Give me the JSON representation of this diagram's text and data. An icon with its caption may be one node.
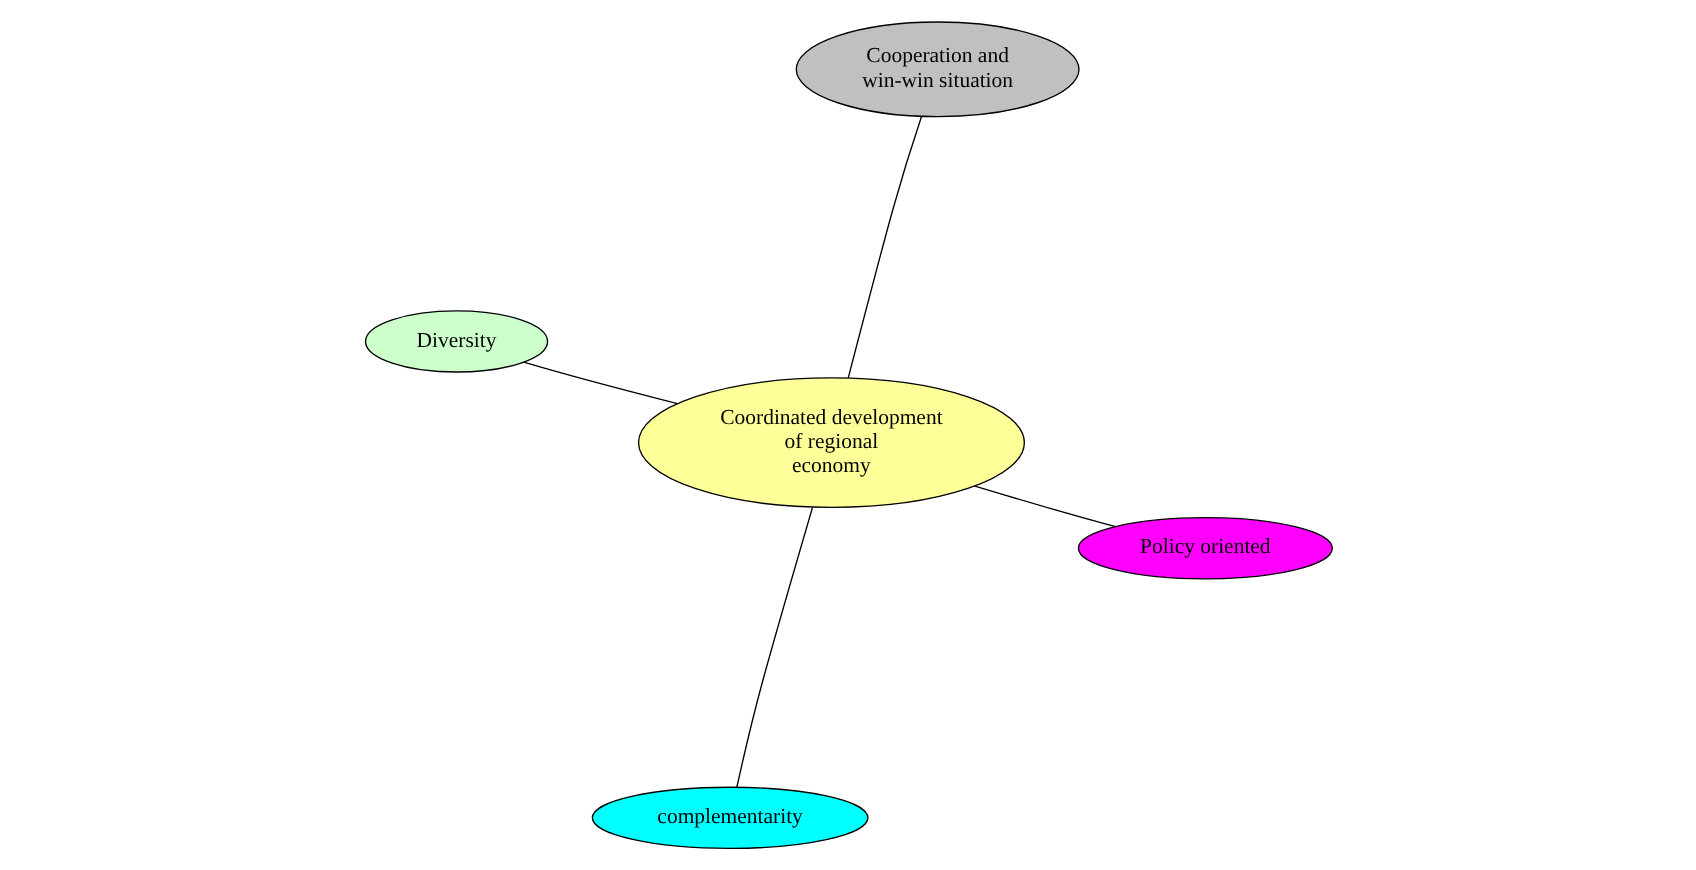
{
  "diagram": {
    "nodes": [
      {
        "text": [
          "Diversity"
        ]
      },
      {
        "text": [
          "Policy oriented"
        ]
      },
      {
        "text": [
          "complementarity"
        ]
      },
      {
        "text": [
          "Coordinated development of regional economy"
        ]
      },
      {
        "text": [
          "Cooperation and win-win situation"
        ]
      }
    ],
    "edges": [
      {
        "from": 3,
        "to": 0,
        "arrow": "none"
      },
      {
        "from": 3,
        "to": 1,
        "arrow": "none"
      },
      {
        "from": 3,
        "to": 2,
        "arrow": "none"
      },
      {
        "from": 3,
        "to": 4,
        "arrow": "none"
      }
    ]
  }
}
